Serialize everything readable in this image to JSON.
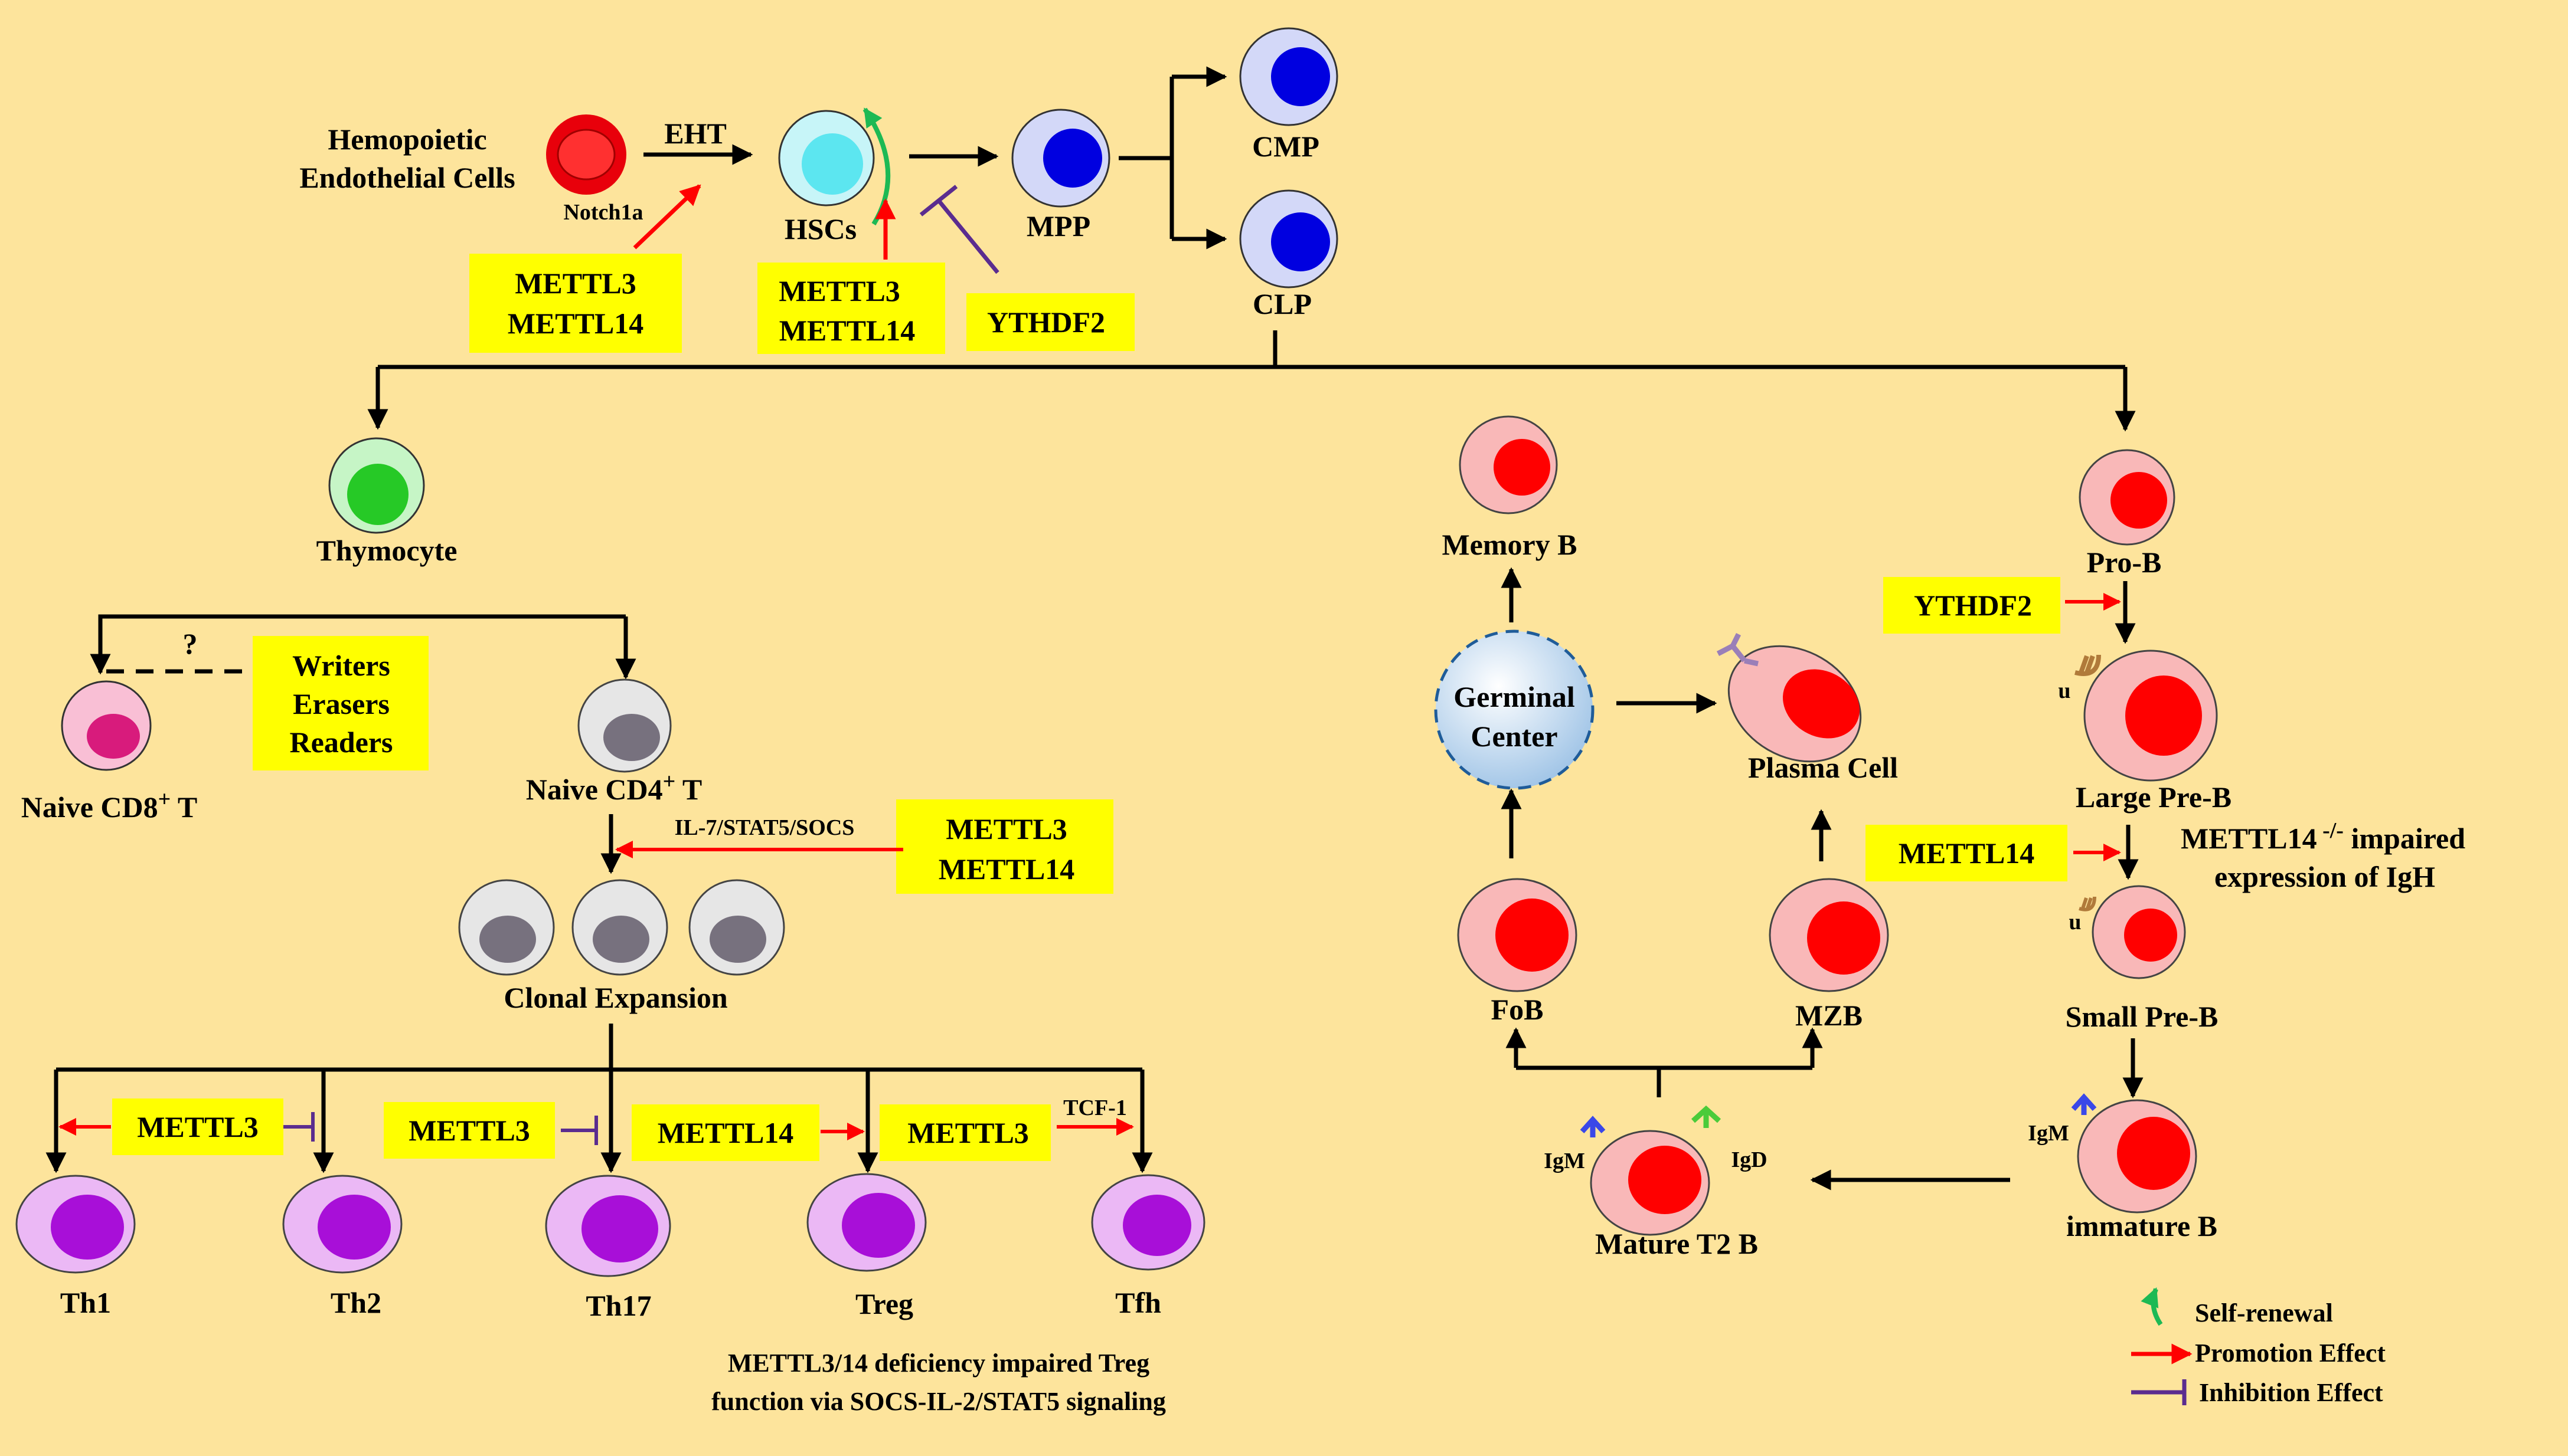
{
  "colors": {
    "background": "#FDE49C",
    "label_box": "#FFFF00",
    "promotion": "#FF0000",
    "inhibition": "#5B2C8F",
    "self_renewal": "#1DB954",
    "erythroid": "#E8000B",
    "hsc": "#5CE6F0",
    "progenitor": "#0000E0",
    "thymocyte": "#26C926",
    "cd8": "#D81B7C",
    "naive_t": "#77717E",
    "t_effector": "#A80FD8",
    "b_cell": "#FF0000",
    "germinal_center": "#BFD9F0"
  },
  "cells": {
    "hemopoietic_label_1": "Hemopoietic",
    "hemopoietic_label_2": "Endothelial Cells",
    "notch1a": "Notch1a",
    "eht": "EHT",
    "hscs": "HSCs",
    "mpp": "MPP",
    "cmp": "CMP",
    "clp": "CLP",
    "thymocyte": "Thymocyte",
    "naive_cd8_t": "Naive CD8",
    "naive_cd8_sup": "+",
    "naive_cd8_suffix": " T",
    "naive_cd4_t": "Naive CD4",
    "naive_cd4_sup": "+",
    "naive_cd4_suffix": " T",
    "question": "?",
    "il7_stat5_socs": "IL-7/STAT5/SOCS",
    "clonal_expansion": "Clonal Expansion",
    "th1": "Th1",
    "th2": "Th2",
    "th17": "Th17",
    "treg": "Treg",
    "tfh": "Tfh",
    "tcf1": "TCF-1",
    "memory_b": "Memory B",
    "germinal_center_1": "Germinal",
    "germinal_center_2": "Center",
    "plasma_cell": "Plasma Cell",
    "fob": "FoB",
    "mzb": "MZB",
    "mature_t2_b": "Mature T2 B",
    "igm_left": "IgM",
    "igd": "IgD",
    "pro_b": "Pro-B",
    "large_pre_b": "Large Pre-B",
    "mu_large": "u",
    "small_pre_b": "Small Pre-B",
    "mu_small": "u",
    "immature_b": "immature B",
    "igm_right": "IgM",
    "mettl14_note_1a": "METTL14",
    "mettl14_note_sup": " -/-",
    "mettl14_note_1b": " impaired",
    "mettl14_note_2": "expression of IgH"
  },
  "boxes": {
    "mettl3_mettl14_eht_1": "METTL3",
    "mettl3_mettl14_eht_2": "METTL14",
    "mettl3_mettl14_hsc_1": "METTL3",
    "mettl3_mettl14_hsc_2": "METTL14",
    "ythdf2_hsc": "YTHDF2",
    "writers": "Writers",
    "erasers": "Erasers",
    "readers": "Readers",
    "mettl3_mettl14_cd4_1": "METTL3",
    "mettl3_mettl14_cd4_2": "METTL14",
    "mettl3_th1_th2": "METTL3",
    "mettl3_th17": "METTL3",
    "mettl14_treg": "METTL14",
    "mettl3_tfh": "METTL3",
    "ythdf2_prob": "YTHDF2",
    "mettl14_preb": "METTL14"
  },
  "footer": {
    "treg_note_1": "METTL3/14 deficiency impaired Treg",
    "treg_note_2": "function via SOCS-IL-2/STAT5 signaling"
  },
  "legend": {
    "self_renewal": "Self-renewal",
    "promotion": "Promotion Effect",
    "inhibition": "Inhibition Effect"
  }
}
